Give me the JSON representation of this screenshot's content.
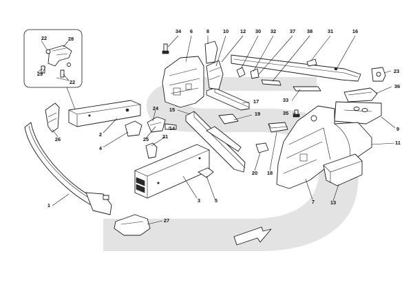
{
  "diagram": {
    "watermark_color": "#e3e3e3",
    "line_color": "#1a1a1a",
    "inset_labels": [
      "22",
      "28",
      "29",
      "22"
    ],
    "callouts": [
      {
        "id": "c34",
        "label": "34"
      },
      {
        "id": "c6",
        "label": "6"
      },
      {
        "id": "c8",
        "label": "8"
      },
      {
        "id": "c10",
        "label": "10"
      },
      {
        "id": "c12",
        "label": "12"
      },
      {
        "id": "c30",
        "label": "30"
      },
      {
        "id": "c32",
        "label": "32"
      },
      {
        "id": "c37",
        "label": "37"
      },
      {
        "id": "c38",
        "label": "38"
      },
      {
        "id": "c31",
        "label": "31"
      },
      {
        "id": "c16",
        "label": "16"
      },
      {
        "id": "c23",
        "label": "23"
      },
      {
        "id": "c36",
        "label": "36"
      },
      {
        "id": "c33",
        "label": "33"
      },
      {
        "id": "c35",
        "label": "35"
      },
      {
        "id": "c9",
        "label": "9"
      },
      {
        "id": "c11",
        "label": "11"
      },
      {
        "id": "c17",
        "label": "17"
      },
      {
        "id": "c19",
        "label": "19"
      },
      {
        "id": "c15",
        "label": "15"
      },
      {
        "id": "c24",
        "label": "24"
      },
      {
        "id": "c25",
        "label": "25"
      },
      {
        "id": "c14",
        "label": "14"
      },
      {
        "id": "c21",
        "label": "21"
      },
      {
        "id": "c2",
        "label": "2"
      },
      {
        "id": "c4",
        "label": "4"
      },
      {
        "id": "c26",
        "label": "26"
      },
      {
        "id": "c1",
        "label": "1"
      },
      {
        "id": "c3",
        "label": "3"
      },
      {
        "id": "c5",
        "label": "5"
      },
      {
        "id": "c20",
        "label": "20"
      },
      {
        "id": "c18",
        "label": "18"
      },
      {
        "id": "c7",
        "label": "7"
      },
      {
        "id": "c13",
        "label": "13"
      },
      {
        "id": "c27",
        "label": "27"
      }
    ],
    "direction_arrow": "front-direction-arrow"
  }
}
